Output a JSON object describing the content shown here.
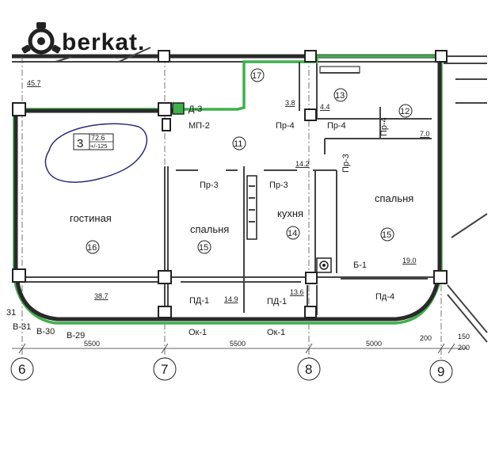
{
  "logo": {
    "text": "berkat."
  },
  "apartment": {
    "number": "3",
    "area": "72.6",
    "tolerance": "+/-125"
  },
  "rooms": [
    {
      "id": "16",
      "name": "гостиная"
    },
    {
      "id": "15a",
      "name": "спальня",
      "num": "15"
    },
    {
      "id": "14",
      "name": "кухня"
    },
    {
      "id": "15b",
      "name": "спальня",
      "num": "15"
    },
    {
      "id": "11",
      "num": "11"
    },
    {
      "id": "17",
      "num": "17"
    },
    {
      "id": "13",
      "num": "13"
    },
    {
      "id": "12",
      "num": "12"
    }
  ],
  "areas": {
    "a1": "45.7",
    "a2": "3.8",
    "a3": "4.4",
    "a4": "7.0",
    "a5": "14.2",
    "a6": "19.0",
    "a7": "38.7",
    "a8": "14.9",
    "a9": "13.6"
  },
  "marks": {
    "d3": "Д-3",
    "mp2": "МП-2",
    "pr4a": "Пр-4",
    "pr4b": "Пр-4",
    "pr4c": "Пр-4",
    "pr3a": "Пр-3",
    "pr3b": "Пр-3",
    "pr3c": "Пр-3",
    "b1": "Б-1",
    "pd1a": "ПД-1",
    "pd1b": "ПД-1",
    "pd4": "Пд-4",
    "ok1a": "Ок-1",
    "ok1b": "Ок-1",
    "b31": "В-31",
    "b30": "В-30",
    "b29": "В-29",
    "n31": "31"
  },
  "dimensions": {
    "d1": "5500",
    "d2": "5500",
    "d3": "5000",
    "d4": "200",
    "d5": "150",
    "d6": "200"
  },
  "axes": [
    "6",
    "7",
    "8",
    "9"
  ]
}
